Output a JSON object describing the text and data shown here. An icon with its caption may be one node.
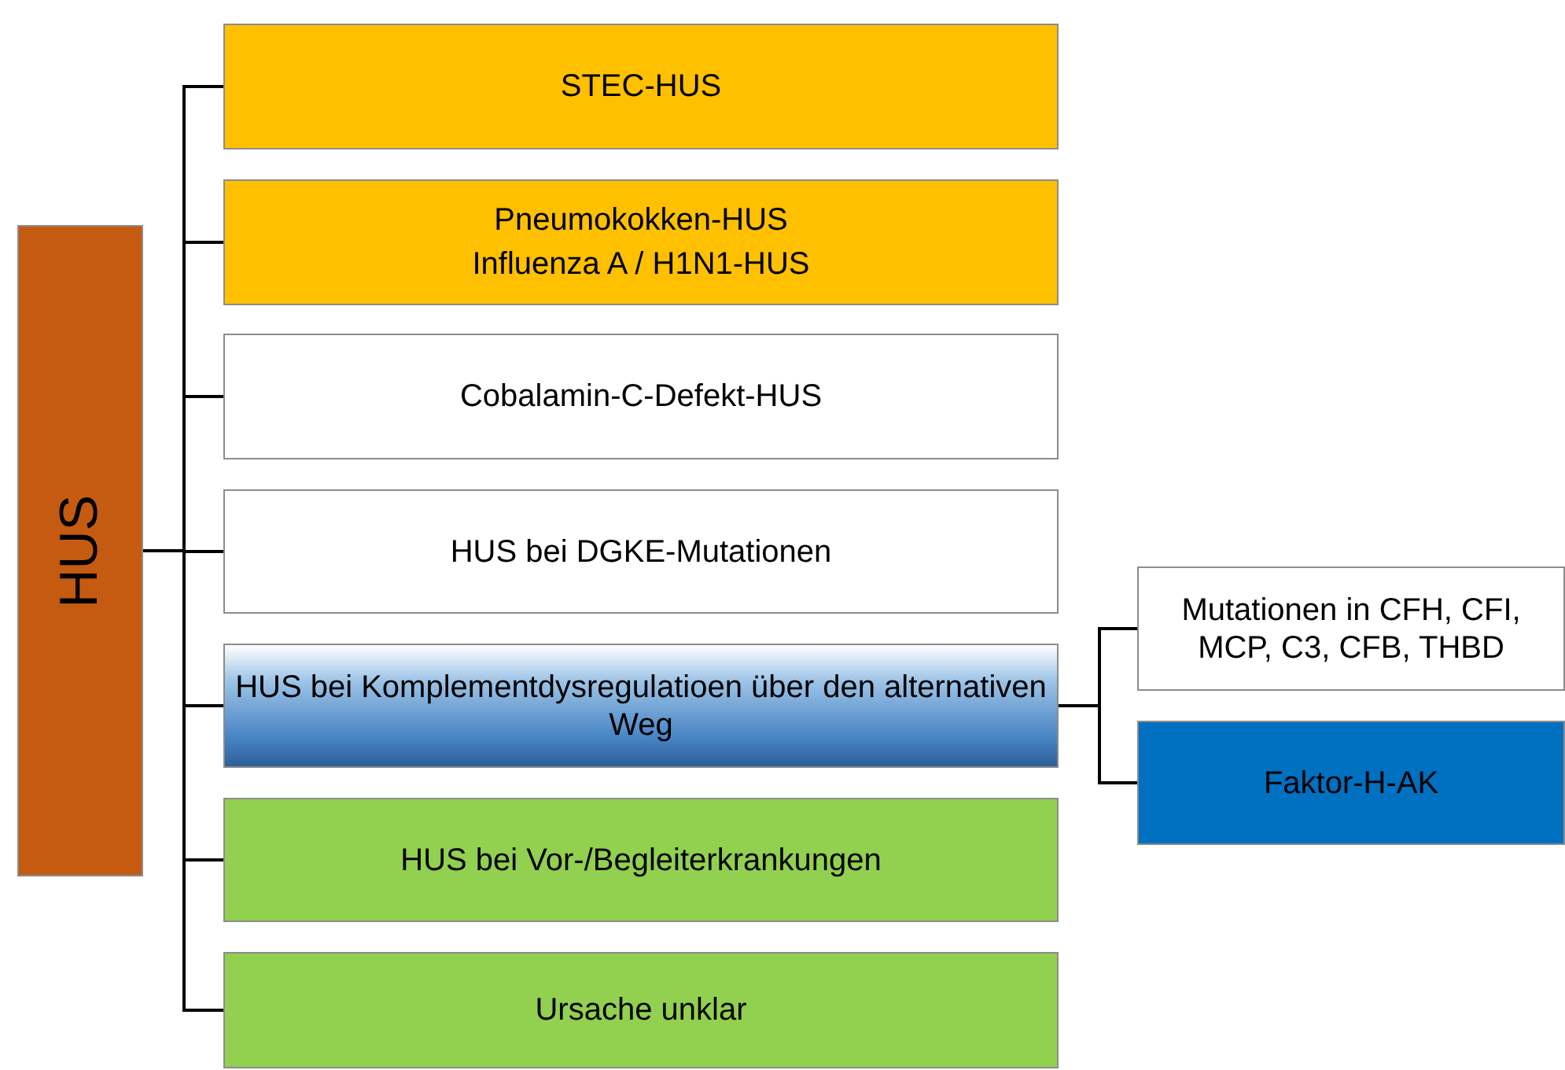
{
  "diagram": {
    "nodes": [
      {
        "text": [
          "HUS"
        ]
      },
      {
        "text": [
          "STEC-HUS"
        ]
      },
      {
        "text": [
          "Pneumokokken-HUS",
          "Influenza A / H1N1-HUS"
        ]
      },
      {
        "text": [
          "Cobalamin-C-Defekt-HUS"
        ]
      },
      {
        "text": [
          "HUS bei DGKE-Mutationen"
        ]
      },
      {
        "text": [
          "HUS bei Komplementdysregulatioen über den alternativen Weg"
        ]
      },
      {
        "text": [
          "HUS bei Vor-/Begleiterkrankungen"
        ]
      },
      {
        "text": [
          "Ursache unklar"
        ]
      },
      {
        "text": [
          "Mutationen in CFH, CFI, MCP, C3, CFB, THBD"
        ]
      },
      {
        "text": [
          "Faktor-H-AK"
        ]
      }
    ],
    "edges": [
      {
        "from": 0,
        "to": 1,
        "arrow": "none"
      },
      {
        "from": 0,
        "to": 2,
        "arrow": "none"
      },
      {
        "from": 0,
        "to": 3,
        "arrow": "none"
      },
      {
        "from": 0,
        "to": 4,
        "arrow": "none"
      },
      {
        "from": 0,
        "to": 5,
        "arrow": "none"
      },
      {
        "from": 0,
        "to": 6,
        "arrow": "none"
      },
      {
        "from": 0,
        "to": 7,
        "arrow": "none"
      },
      {
        "from": 5,
        "to": 8,
        "arrow": "none"
      },
      {
        "from": 5,
        "to": 9,
        "arrow": "none"
      }
    ]
  }
}
